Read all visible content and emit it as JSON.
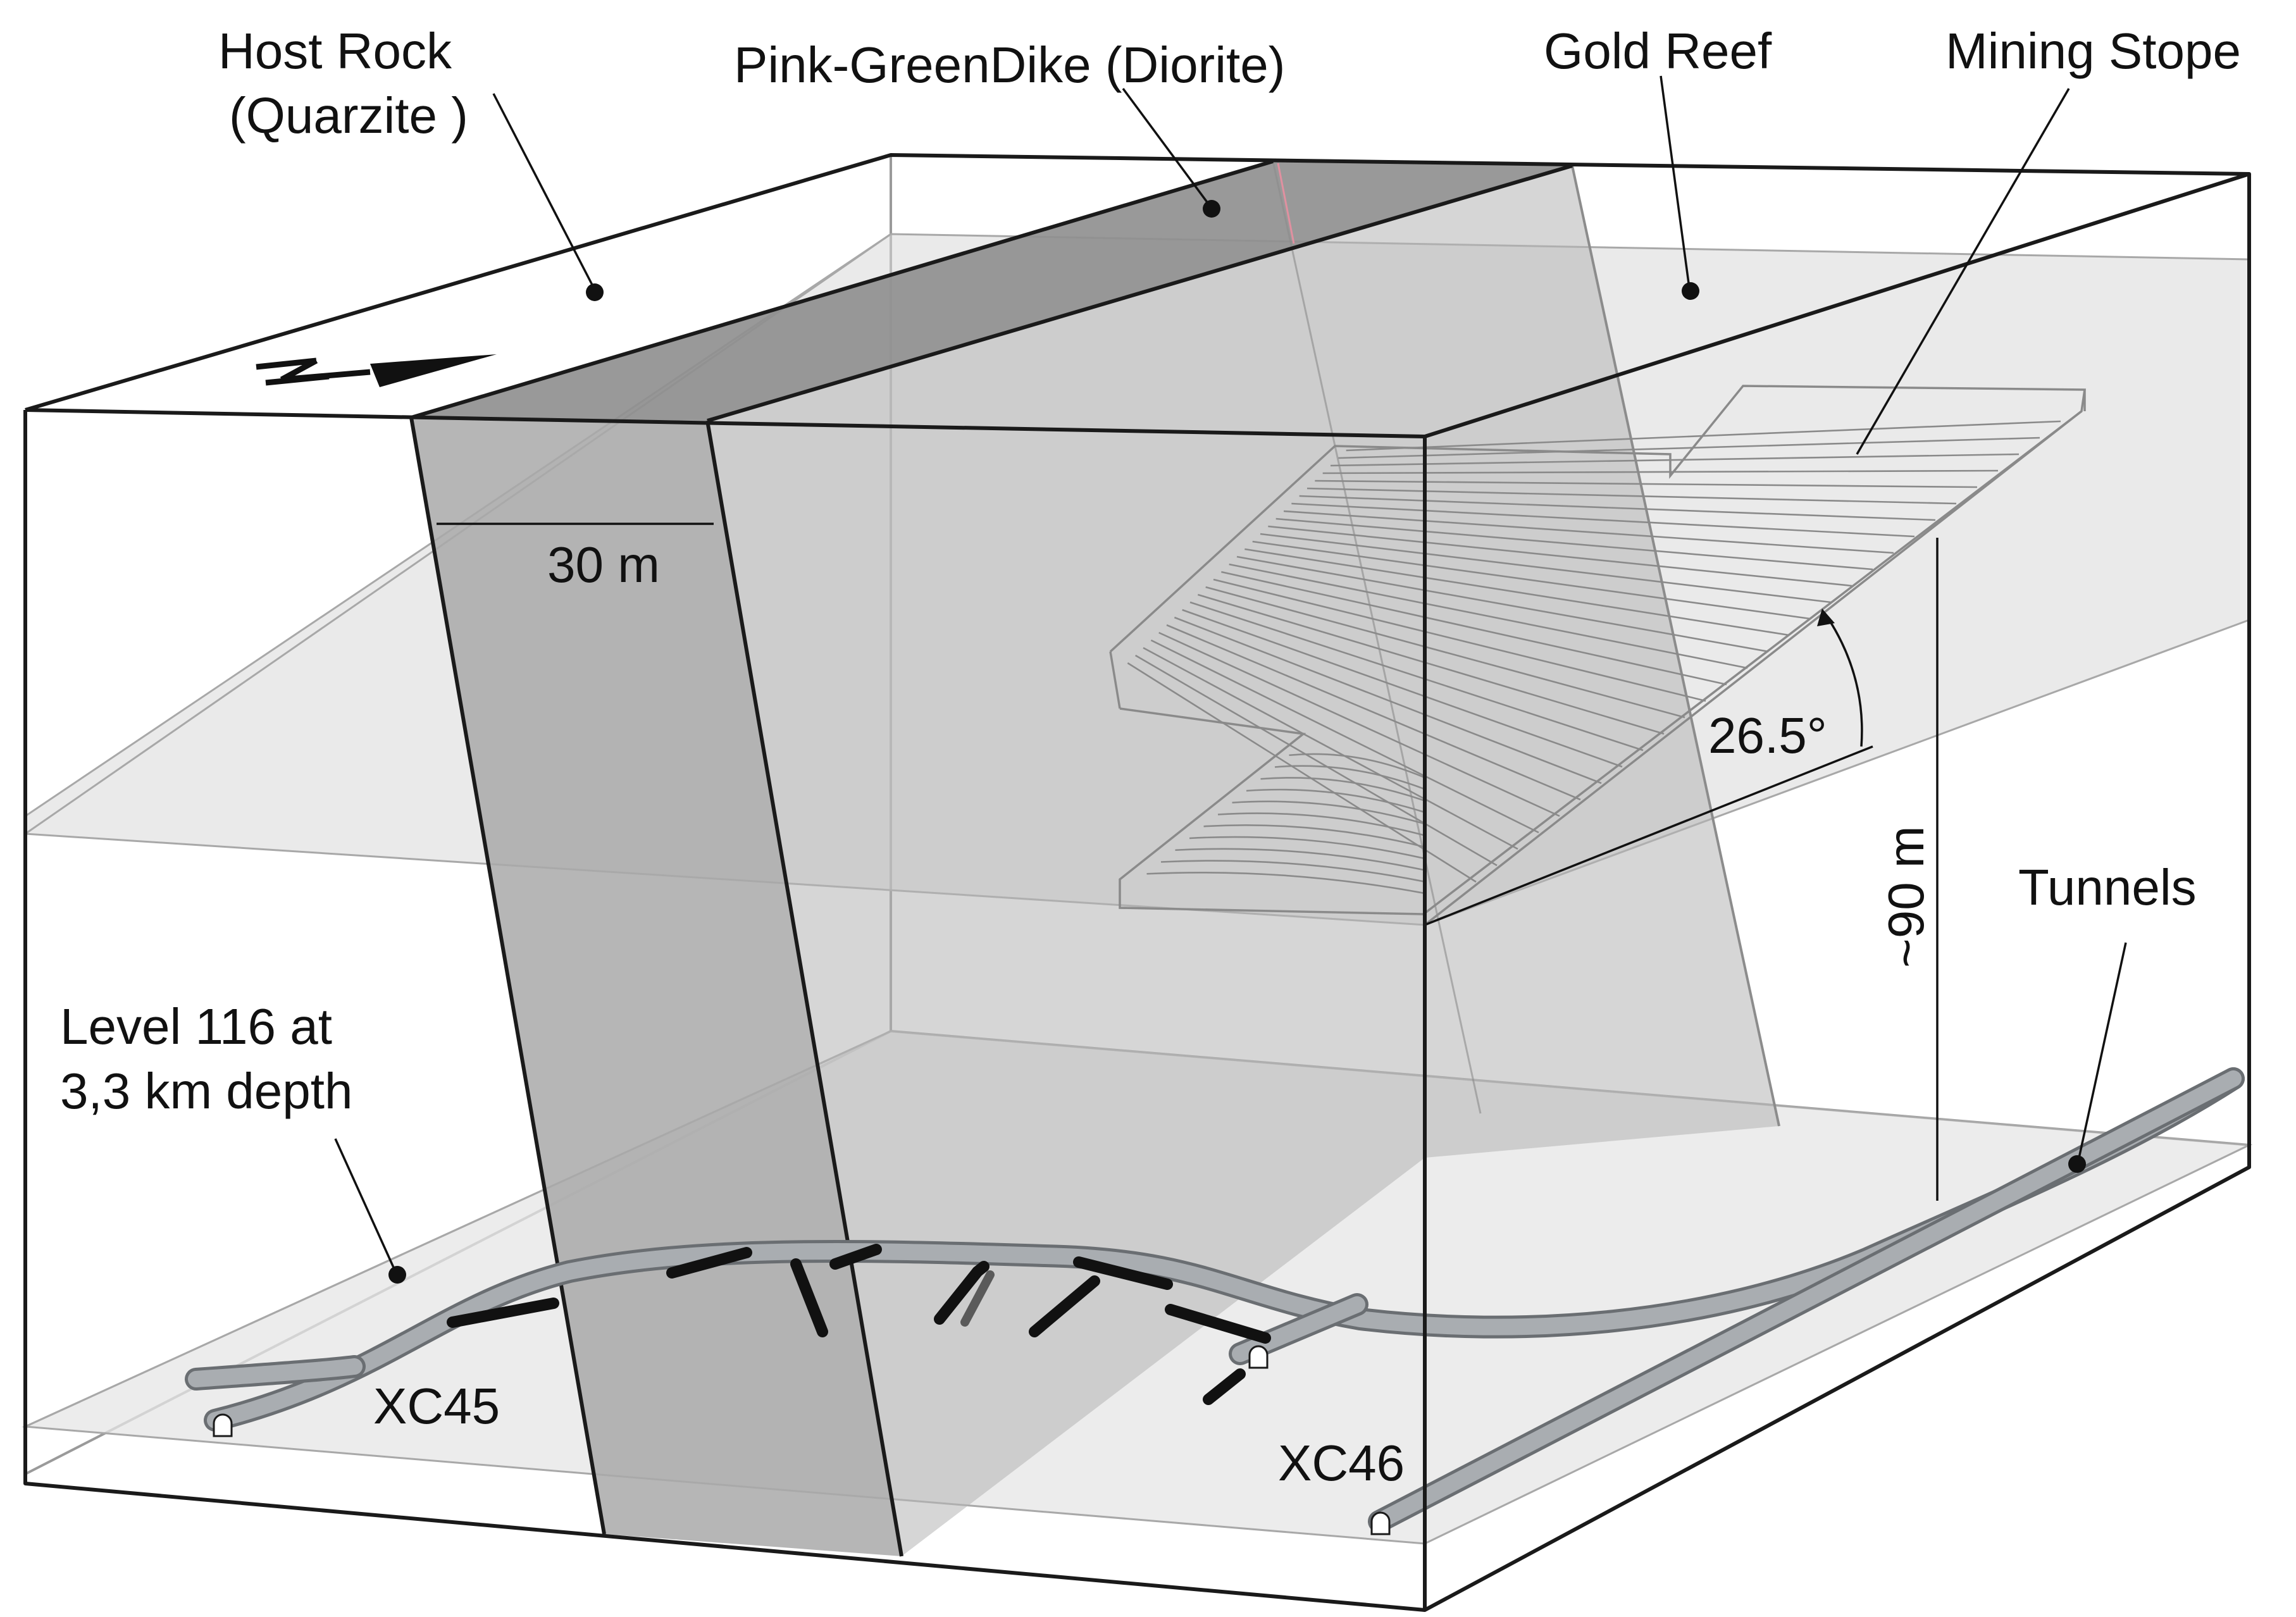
{
  "labels": {
    "host_rock_line1": "Host Rock",
    "host_rock_line2": "(Quarzite )",
    "dike": "Pink-GreenDike (Diorite)",
    "gold_reef": "Gold Reef",
    "mining_stope": "Mining Stope",
    "dike_width": "30 m",
    "dip_angle": "26.5°",
    "height": "~90 m",
    "tunnels": "Tunnels",
    "level_line1": "Level 116 at",
    "level_line2": "3,3 km depth",
    "xc45": "XC45",
    "xc46": "XC46"
  },
  "colors": {
    "box_edge": "#1a1a1a",
    "reef_plane": "#d8d8d8",
    "dike_face": "#a9a9a9",
    "dike_top": "#8e8e8e",
    "level_plane": "#e6e6e6",
    "tunnel": "#a0a4a8",
    "stope_lines": "#8a8a8a",
    "borehole": "#111111"
  },
  "icons": {
    "north_arrow": "north-arrow-icon"
  }
}
